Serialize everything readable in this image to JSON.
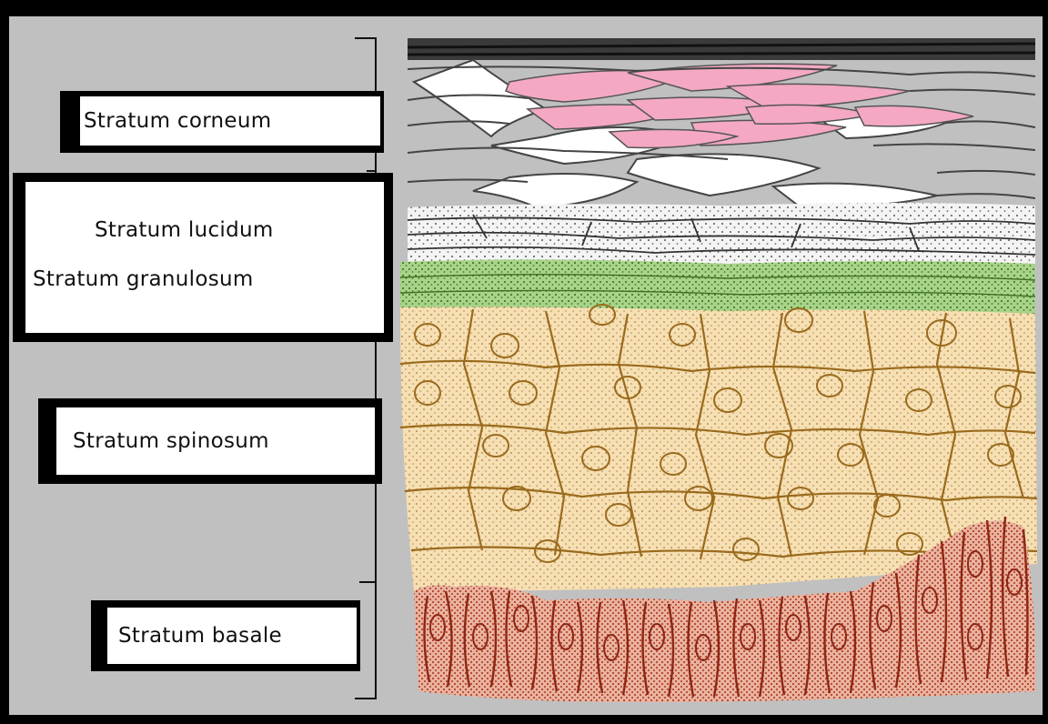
{
  "labels": {
    "corneum": "Stratum corneum",
    "lucidum": "Stratum lucidum",
    "granulosum": "Stratum granulosum",
    "spinosum": "Stratum spinosum",
    "basale": "Stratum basale"
  },
  "colors": {
    "background": "#c0c0c0",
    "frame": "#000000",
    "label_box": "#ffffff",
    "keratin_pink": "#f4a8c4",
    "granular_green": "#7bb35a",
    "spinous_tan": "#f1d9a8",
    "spinous_outline": "#9a6a1c",
    "basal_red": "#c95b42",
    "cell_outline": "#444444"
  },
  "icons": {
    "bracket": "skin-layer-bracket-icon"
  }
}
